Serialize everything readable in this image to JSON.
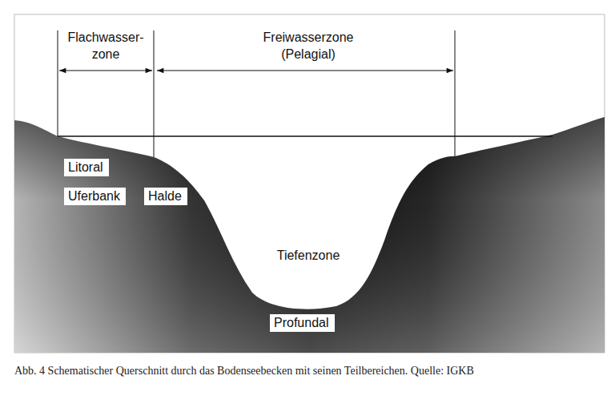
{
  "diagram": {
    "caption": "Abb. 4 Schematischer Querschnitt durch das Bodenseebecken mit seinen Teilbereichen. Quelle: IGKB",
    "nodes": [
      {
        "text": [
          "Litoral"
        ]
      },
      {
        "text": [
          "Uferbank"
        ]
      },
      {
        "text": [
          "Halde"
        ]
      },
      {
        "text": [
          "Profundal"
        ]
      }
    ],
    "labels": [
      "Flachwasser- zone",
      "Freiwasserzone (Pelagial)",
      "Tiefenzone"
    ]
  }
}
